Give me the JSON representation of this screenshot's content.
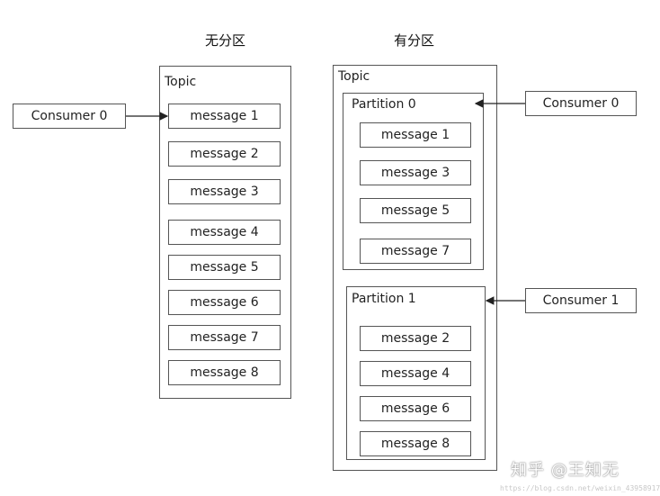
{
  "headings": {
    "left": "无分区",
    "right": "有分区"
  },
  "left_topic": {
    "label": "Topic",
    "messages": [
      "message 1",
      "message 2",
      "message 3",
      "message 4",
      "message 5",
      "message 6",
      "message 7",
      "message 8"
    ]
  },
  "left_consumer": {
    "label": "Consumer 0"
  },
  "right_topic": {
    "label": "Topic",
    "partitions": [
      {
        "label": "Partition 0",
        "messages": [
          "message 1",
          "message 3",
          "message 5",
          "message 7"
        ]
      },
      {
        "label": "Partition 1",
        "messages": [
          "message 2",
          "message 4",
          "message 6",
          "message 8"
        ]
      }
    ]
  },
  "right_consumers": [
    "Consumer 0",
    "Consumer 1"
  ],
  "watermark": {
    "text": "知乎 @王知无",
    "url": "https://blog.csdn.net/weixin_43958917"
  }
}
